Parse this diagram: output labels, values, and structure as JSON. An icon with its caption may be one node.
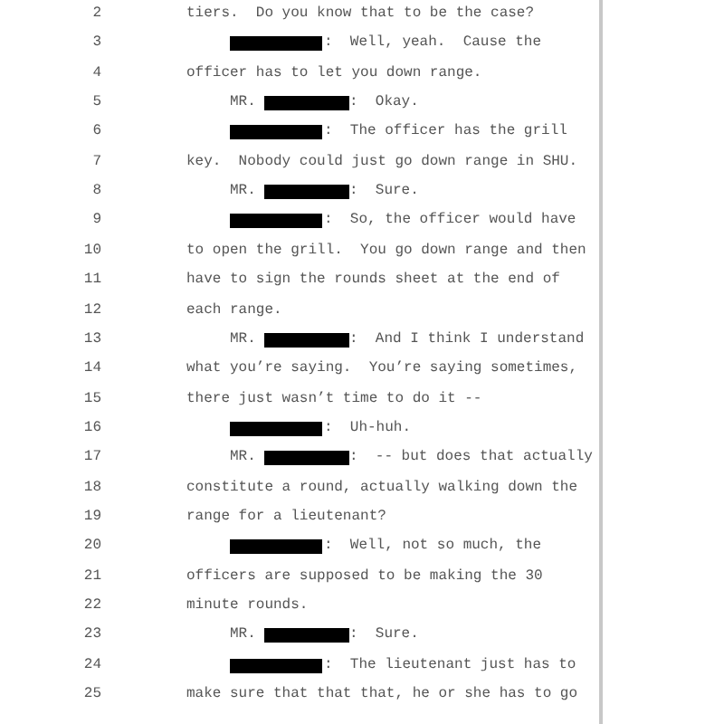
{
  "diagram": {
    "labels": [
      "2",
      "tiers.  Do you know that to be the case?",
      "3",
      ":  Well, yeah.  Cause the",
      "4",
      "officer has to let you down range.",
      "5",
      "MR.",
      ":  Okay.",
      "6",
      ":  The officer has the grill",
      "7",
      "key.  Nobody could just go down range in SHU.",
      "8",
      "MR.",
      ":  Sure.",
      "9",
      ":  So, the officer would have",
      "10",
      "to open the grill.  You go down range and then",
      "11",
      "have to sign the rounds sheet at the end of",
      "12",
      "each range.",
      "13",
      "MR.",
      ":  And I think I understand",
      "14",
      "what you’re saying.  You’re saying sometimes,",
      "15",
      "there just wasn’t time to do it --",
      "16",
      ":  Uh-huh.",
      "17",
      "MR.",
      ":  -- but does that actually",
      "18",
      "constitute a round, actually walking down the",
      "19",
      "range for a lieutenant?",
      "20",
      ":  Well, not so much, the",
      "21",
      "officers are supposed to be making the 30",
      "22",
      "minute rounds.",
      "23",
      "MR.",
      ":  Sure.",
      "24",
      ":  The lieutenant just has to",
      "25",
      "make sure that that that, he or she has to go"
    ]
  }
}
